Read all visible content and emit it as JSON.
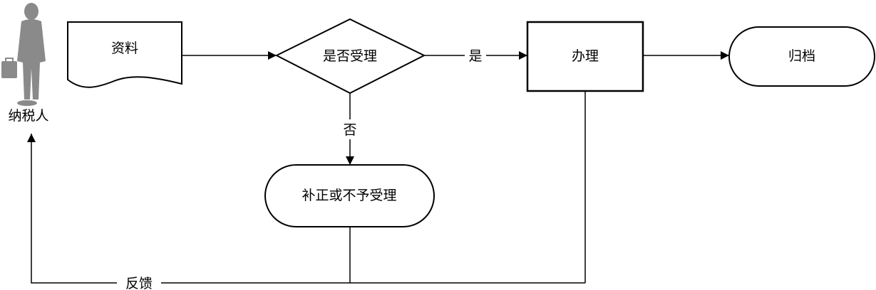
{
  "actor": {
    "label": "纳税人",
    "icon": "person-with-briefcase-icon"
  },
  "nodes": {
    "document": "资料",
    "decision": "是否受理",
    "process": "办理",
    "archive": "归档",
    "reject": "补正或不予受理"
  },
  "edges": {
    "yes": "是",
    "no": "否",
    "feedback": "反馈"
  },
  "colors": {
    "stroke": "#000000",
    "figure": "#8a8a8a",
    "background": "#ffffff"
  }
}
